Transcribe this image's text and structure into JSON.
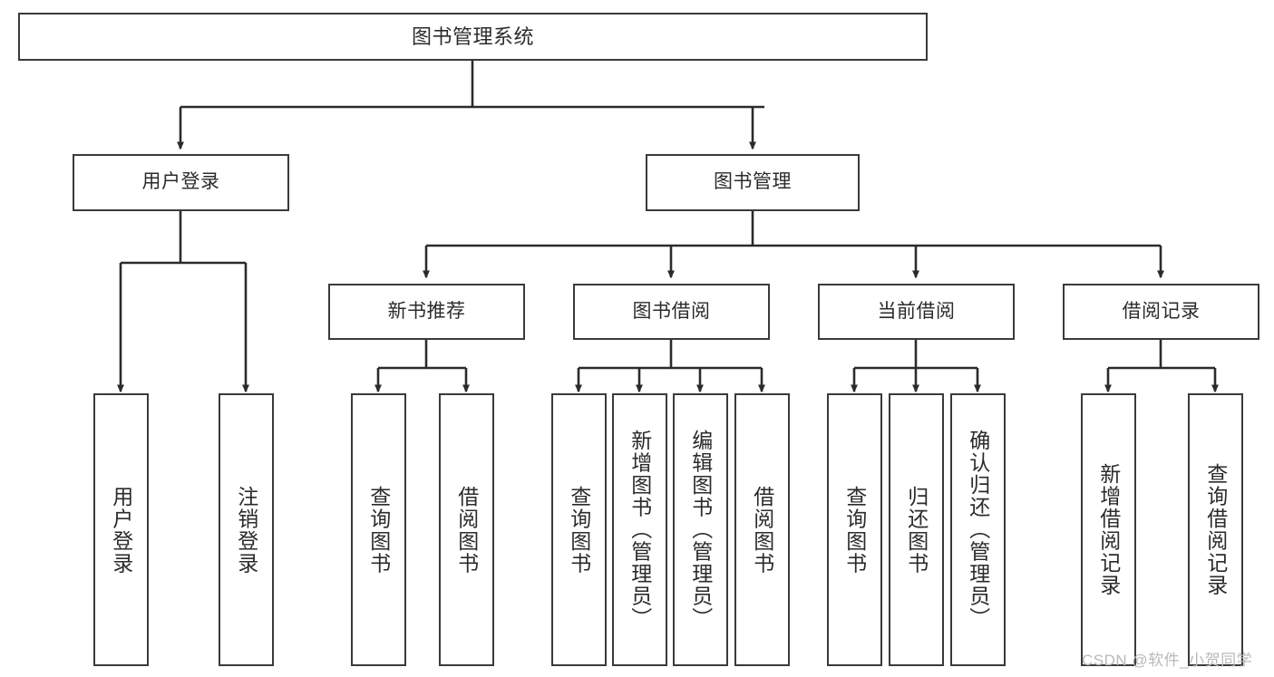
{
  "diagram": {
    "title": "图书管理系统",
    "type": "function-hierarchy-tree",
    "colors": {
      "box_border": "#3a3a3a",
      "box_fill": "#ffffff",
      "edge": "#2b2b2b",
      "text": "#2b2b2b",
      "watermark": "#b9b9b9",
      "background": "#ffffff"
    },
    "nodes": {
      "root": {
        "label": "图书管理系统"
      },
      "level2": [
        {
          "id": "user-login",
          "label": "用户登录"
        },
        {
          "id": "book-management",
          "label": "图书管理"
        }
      ],
      "level3": [
        {
          "id": "new-book-recommend",
          "label": "新书推荐"
        },
        {
          "id": "book-borrow",
          "label": "图书借阅"
        },
        {
          "id": "current-borrow",
          "label": "当前借阅"
        },
        {
          "id": "borrow-record",
          "label": "借阅记录"
        }
      ],
      "leaves": {
        "user-login": [
          {
            "id": "user-login-leaf",
            "label": "用户登录"
          },
          {
            "id": "logout-leaf",
            "label": "注销登录"
          }
        ],
        "new-book-recommend": [
          {
            "id": "query-book-1",
            "label": "查询图书"
          },
          {
            "id": "borrow-book-1",
            "label": "借阅图书"
          }
        ],
        "book-borrow": [
          {
            "id": "query-book-2",
            "label": "查询图书"
          },
          {
            "id": "add-book",
            "label": "新增图书（管理员）"
          },
          {
            "id": "edit-book",
            "label": "编辑图书（管理员）"
          },
          {
            "id": "borrow-book-2",
            "label": "借阅图书"
          }
        ],
        "current-borrow": [
          {
            "id": "query-book-3",
            "label": "查询图书"
          },
          {
            "id": "return-book",
            "label": "归还图书"
          },
          {
            "id": "confirm-return",
            "label": "确认归还（管理员）"
          }
        ],
        "borrow-record": [
          {
            "id": "add-borrow-record",
            "label": "新增借阅记录"
          },
          {
            "id": "query-borrow-record",
            "label": "查询借阅记录"
          }
        ]
      }
    },
    "watermark": "CSDN @软件_小贺同学"
  }
}
